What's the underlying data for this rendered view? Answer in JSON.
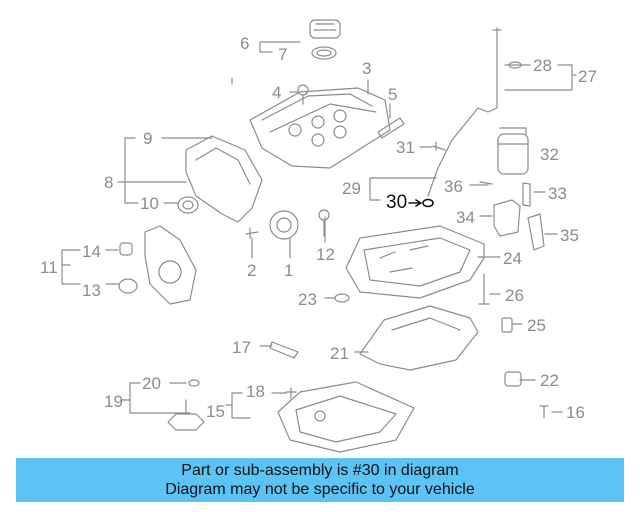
{
  "diagram": {
    "highlight_label": "30",
    "labels": [
      "1",
      "2",
      "3",
      "4",
      "5",
      "6",
      "7",
      "8",
      "9",
      "10",
      "11",
      "12",
      "13",
      "14",
      "15",
      "16",
      "17",
      "18",
      "19",
      "20",
      "21",
      "22",
      "23",
      "24",
      "25",
      "26",
      "27",
      "28",
      "29",
      "30",
      "31",
      "32",
      "33",
      "34",
      "35",
      "36"
    ],
    "colors": {
      "line": "#8c8c8c",
      "highlight": "#111111",
      "banner": "#5bc4f4"
    }
  },
  "banner": {
    "line1": "Part or sub-assembly is #30 in diagram",
    "line2": "Diagram may not be specific to your vehicle"
  }
}
